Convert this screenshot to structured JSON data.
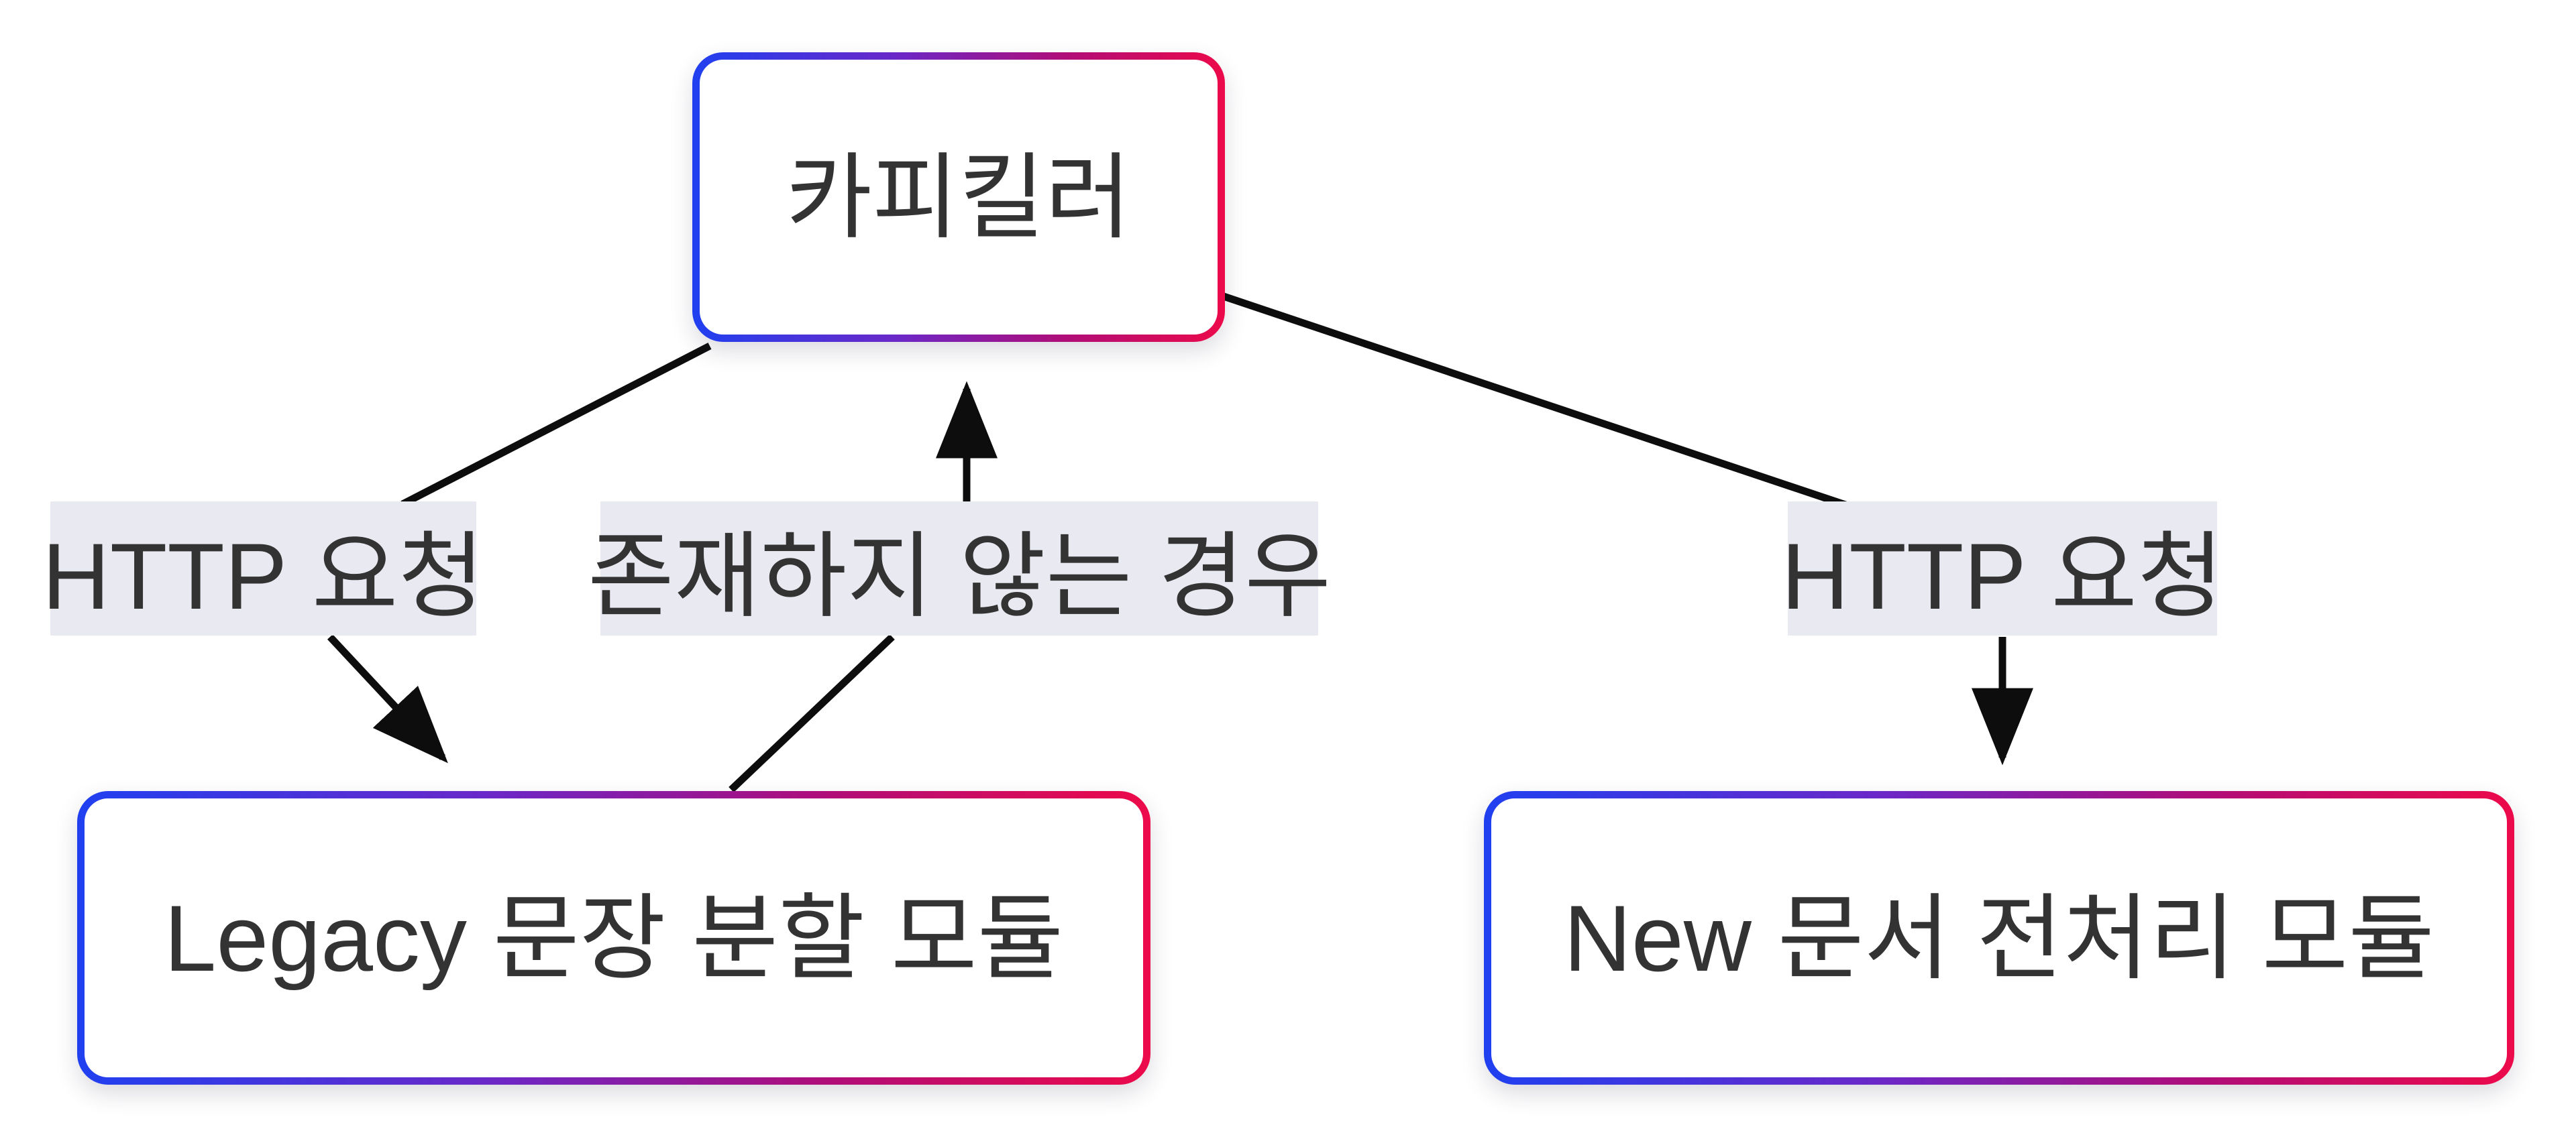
{
  "diagram": {
    "type": "flowchart",
    "nodes": [
      {
        "id": "copykiller",
        "label": "카피킬러"
      },
      {
        "id": "legacy",
        "label": "Legacy 문장 분할 모듈"
      },
      {
        "id": "new",
        "label": "New 문서 전처리 모듈"
      }
    ],
    "edges": [
      {
        "from": "copykiller",
        "to": "legacy",
        "label": "HTTP 요청",
        "arrow": "to-legacy"
      },
      {
        "from": "legacy",
        "to": "copykiller",
        "label": "존재하지 않는 경우",
        "arrow": "to-copykiller"
      },
      {
        "from": "copykiller",
        "to": "new",
        "label": "HTTP 요청",
        "arrow": "to-new"
      }
    ],
    "colors": {
      "node_border_gradient_start": "#2040f0",
      "node_border_gradient_mid1": "#6a28c8",
      "node_border_gradient_mid2": "#b00d78",
      "node_border_gradient_end": "#ec0a4a",
      "node_fill": "#ffffff",
      "node_text": "#333333",
      "edge_label_background": "#e9e9f1",
      "edge_label_text": "#333333",
      "edge_stroke": "#0d0d0d",
      "page_background": "#ffffff"
    }
  }
}
